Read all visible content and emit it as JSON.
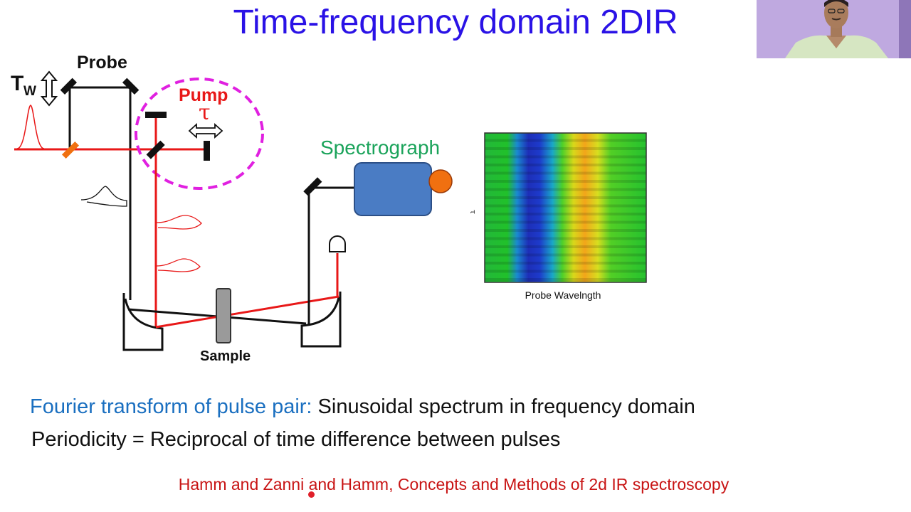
{
  "slide": {
    "title": "Time-frequency domain 2DIR",
    "labels": {
      "tw_main": "T",
      "tw_sub": "W",
      "probe": "Probe",
      "pump": "Pump",
      "tau": "τ",
      "spectrograph": "Spectrograph",
      "sample": "Sample"
    },
    "spectrogram": {
      "xlabel": "Probe Wavelngth",
      "ylabel": "τ"
    },
    "bullets": {
      "line1_highlight": "Fourier transform of pulse pair:",
      "line1_rest": " Sinusoidal spectrum in frequency domain",
      "line2": "Periodicity = Reciprocal of time difference between pulses"
    },
    "citation": "Hamm and Zanni and Hamm, Concepts and Methods of 2d IR spectroscopy"
  },
  "colors": {
    "title": "#2a12e6",
    "beam_red": "#e81818",
    "pump_circle": "#e020e0",
    "spectrograph_box": "#4a7cc4",
    "spectrograph_label": "#1aa35a",
    "detector_dot": "#f07010",
    "highlight_text": "#1a6fc0",
    "citation": "#c81414"
  }
}
